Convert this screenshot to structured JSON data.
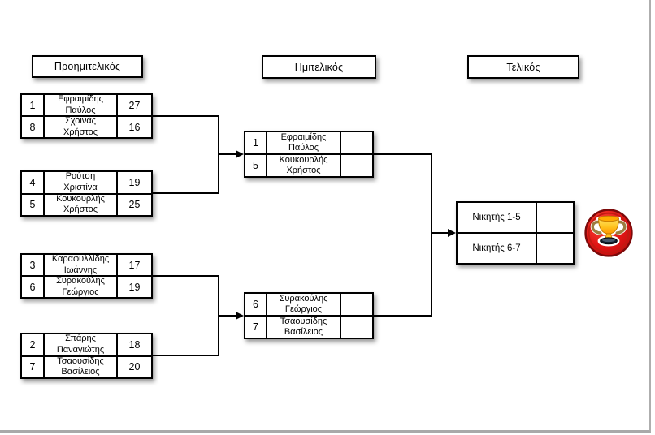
{
  "headers": {
    "quarterfinal": "Προημιτελικός",
    "semifinal": "Ημιτελικός",
    "final": "Τελικός"
  },
  "bracket": {
    "quarterfinals": [
      {
        "rows": [
          {
            "seed": "1",
            "name": "Εφραιμίδης Παύλος",
            "score": "27"
          },
          {
            "seed": "8",
            "name": "Σχοινάς Χρήστος",
            "score": "16"
          }
        ]
      },
      {
        "rows": [
          {
            "seed": "4",
            "name": "Ρούτση Χριστίνα",
            "score": "19"
          },
          {
            "seed": "5",
            "name": "Κουκουρλής Χρήστος",
            "score": "25"
          }
        ]
      },
      {
        "rows": [
          {
            "seed": "3",
            "name": "Καραφυλλίδης Ιωάννης",
            "score": "17"
          },
          {
            "seed": "6",
            "name": "Συρακούλης Γεώργιος",
            "score": "19"
          }
        ]
      },
      {
        "rows": [
          {
            "seed": "2",
            "name": "Σπάρης Παναγιώτης",
            "score": "18"
          },
          {
            "seed": "7",
            "name": "Τσαουσίδης Βασίλειος",
            "score": "20"
          }
        ]
      }
    ],
    "semifinals": [
      {
        "rows": [
          {
            "seed": "1",
            "name": "Εφραιμίδης Παύλος",
            "score": ""
          },
          {
            "seed": "5",
            "name": "Κουκουρλής Χρήστος",
            "score": ""
          }
        ]
      },
      {
        "rows": [
          {
            "seed": "6",
            "name": "Συρακούλης Γεώργιος",
            "score": ""
          },
          {
            "seed": "7",
            "name": "Τσαουσίδης Βασίλειος",
            "score": ""
          }
        ]
      }
    ],
    "final": {
      "rows": [
        {
          "name": "Νικητής 1-5",
          "score": ""
        },
        {
          "name": "Νικητής 6-7",
          "score": ""
        }
      ]
    }
  },
  "icons": {
    "trophy": "trophy-in-red-circle"
  },
  "colors": {
    "line": "#000000",
    "trophy_red": "#dd1414",
    "trophy_gold": "#ffc31e",
    "sheet_edge": "#aeaeae"
  }
}
